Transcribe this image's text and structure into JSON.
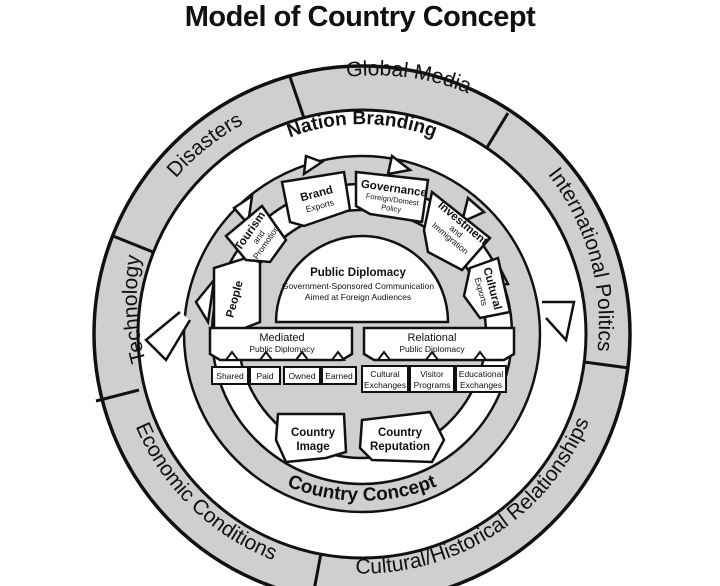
{
  "title": "Model of Country Concept",
  "outer_ring": {
    "global_media": "Global Media",
    "international_politics": "International Politics",
    "cultural_historical": "Cultural/Historical Relationships",
    "economic_conditions": "Economic Conditions",
    "technology": "Technology",
    "disasters": "Disasters"
  },
  "nation_branding": "Nation Branding",
  "country_concept": "Country Concept",
  "segments": {
    "people": "People",
    "tourism": {
      "title": "Tourism",
      "sub1": "and",
      "sub2": "Promotion"
    },
    "brand": {
      "title": "Brand",
      "sub1": "Exports"
    },
    "governance": {
      "title": "Governance",
      "sub1": "Foreign/Domest",
      "sub2": "Policy"
    },
    "investment": {
      "title": "Investment",
      "sub1": "and",
      "sub2": "Immigration"
    },
    "cultural": {
      "title": "Cultural",
      "sub1": "Exports"
    }
  },
  "public_diplomacy": {
    "title": "Public Diplomacy",
    "line1": "Government-Sponsored Communication",
    "line2": "Aimed at Foreign Audiences"
  },
  "mediated": {
    "title": "Mediated",
    "sub": "Public Diplomacy",
    "items": [
      "Shared",
      "Paid",
      "Owned",
      "Earned"
    ]
  },
  "relational": {
    "title": "Relational",
    "sub": "Public Diplomacy",
    "items": [
      {
        "l1": "Cultural",
        "l2": "Exchanges"
      },
      {
        "l1": "Visitor",
        "l2": "Programs"
      },
      {
        "l1": "Educational",
        "l2": "Exchanges"
      }
    ]
  },
  "country_image": {
    "l1": "Country",
    "l2": "Image"
  },
  "country_reputation": {
    "l1": "Country",
    "l2": "Reputation"
  }
}
